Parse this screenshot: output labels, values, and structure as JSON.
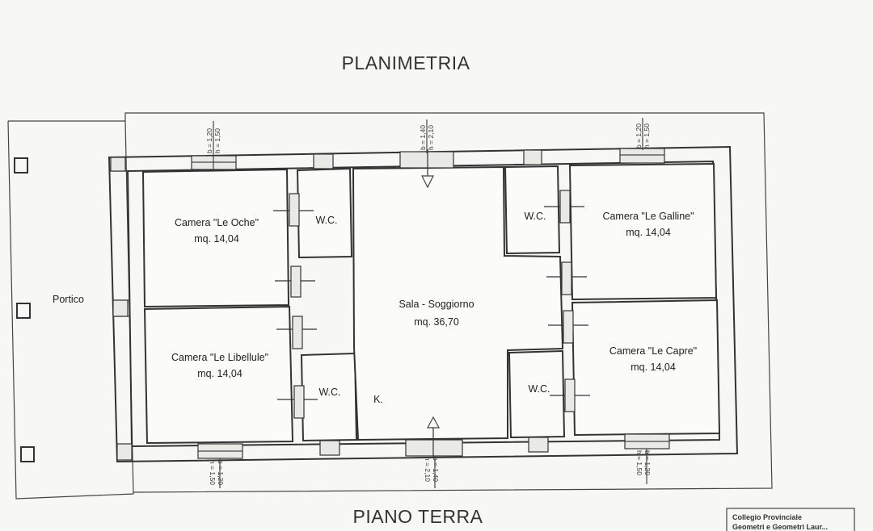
{
  "title": "PLANIMETRIA",
  "footer": "PIANO TERRA",
  "portico": "Portico",
  "rooms": {
    "oche": {
      "name": "Camera \"Le Oche\"",
      "area": "mq. 14,04"
    },
    "galline": {
      "name": "Camera \"Le Galline\"",
      "area": "mq. 14,04"
    },
    "libellule": {
      "name": "Camera \"Le Libellule\"",
      "area": "mq. 14,04"
    },
    "capre": {
      "name": "Camera \"Le Capre\"",
      "area": "mq. 14,04"
    },
    "sala": {
      "name": "Sala - Soggiorno",
      "area": "mq. 36,70"
    }
  },
  "wc_label": "W.C.",
  "kitchen_label": "K.",
  "dimensions": {
    "window_small_b": "b = 1,20",
    "window_small_h": "h = 1,50",
    "door_b": "b = 1,40",
    "door_h": "h = 2,10"
  },
  "stamp": {
    "line1": "Collegio Provinciale",
    "line2": "Geometri e Geometri Laur..."
  }
}
